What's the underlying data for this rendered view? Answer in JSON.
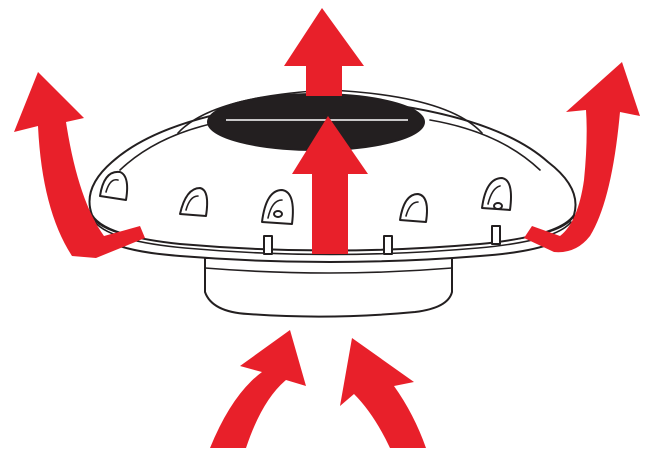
{
  "diagram": {
    "subject": "solar-vent",
    "colors": {
      "arrow": "#e8202a",
      "outline": "#231f20",
      "body": "#ffffff",
      "solar_panel": "#231f20",
      "panel_line": "#ffffff"
    },
    "arrows": [
      {
        "name": "intake-arrow-left",
        "role": "intake"
      },
      {
        "name": "intake-arrow-right",
        "role": "intake"
      },
      {
        "name": "exhaust-arrow-top",
        "role": "exhaust"
      },
      {
        "name": "exhaust-arrow-center",
        "role": "exhaust"
      },
      {
        "name": "exhaust-arrow-left",
        "role": "exhaust"
      },
      {
        "name": "exhaust-arrow-right",
        "role": "exhaust"
      }
    ]
  }
}
